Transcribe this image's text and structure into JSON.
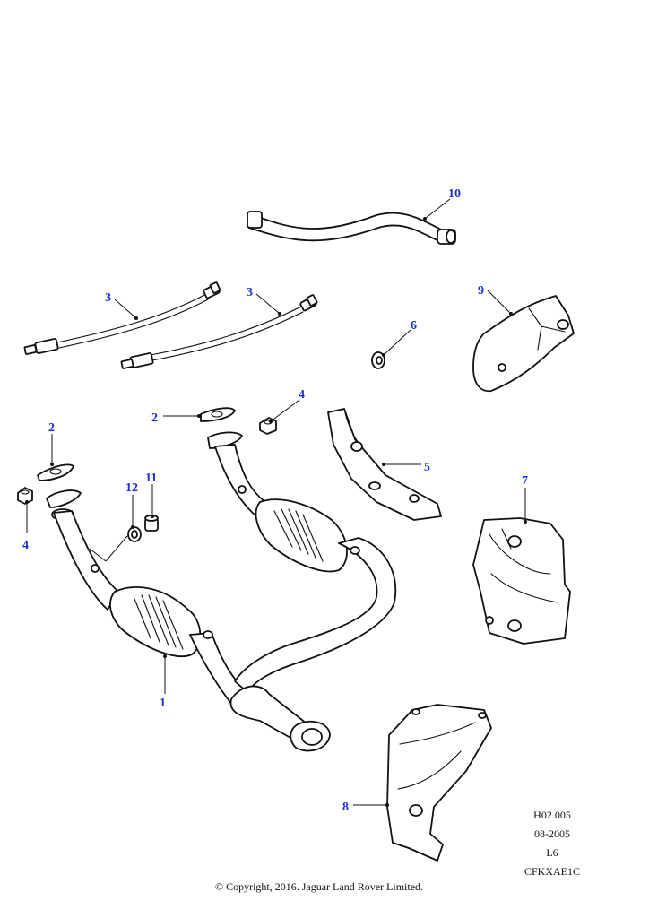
{
  "callouts": {
    "c1": "1",
    "c2a": "2",
    "c2b": "2",
    "c3a": "3",
    "c3b": "3",
    "c4a": "4",
    "c4b": "4",
    "c5": "5",
    "c6": "6",
    "c7": "7",
    "c8": "8",
    "c9": "9",
    "c10": "10",
    "c11": "11",
    "c12": "12"
  },
  "meta": {
    "ref": "H02.005",
    "date": "08-2005",
    "level": "L6",
    "code": "CFKXAE1C"
  },
  "copyright": "© Copyright, 2016. Jaguar Land Rover Limited.",
  "colors": {
    "callout": "#1c2fd6",
    "line": "#111111"
  }
}
